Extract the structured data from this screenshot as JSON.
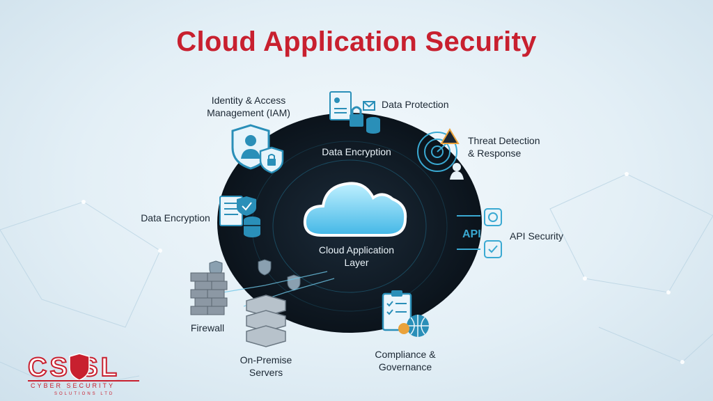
{
  "title": "Cloud Application Security",
  "center": {
    "line1": "Cloud Application",
    "line2": "Layer"
  },
  "labels": {
    "iam_line1": "Identity & Access",
    "iam_line2": "Management (IAM)",
    "data_protection": "Data Protection",
    "data_encryption_inner": "Data Encryption",
    "threat_line1": "Threat Detection",
    "threat_line2": "& Response",
    "data_encryption_left": "Data Encryption",
    "api_security": "API Security",
    "api_badge": "API",
    "firewall": "Firewall",
    "servers_line1": "On-Premise",
    "servers_line2": "Servers",
    "compliance_line1": "Compliance &",
    "compliance_line2": "Governance"
  },
  "logo": {
    "text": "CSSL",
    "subtitle": "CYBER SECURITY",
    "subtitle2": "SOLUTIONS LTD"
  },
  "colors": {
    "title": "#c8202f",
    "ring": "#0e1720",
    "accent": "#2b9fc6",
    "icon": "#2a8fb8"
  }
}
